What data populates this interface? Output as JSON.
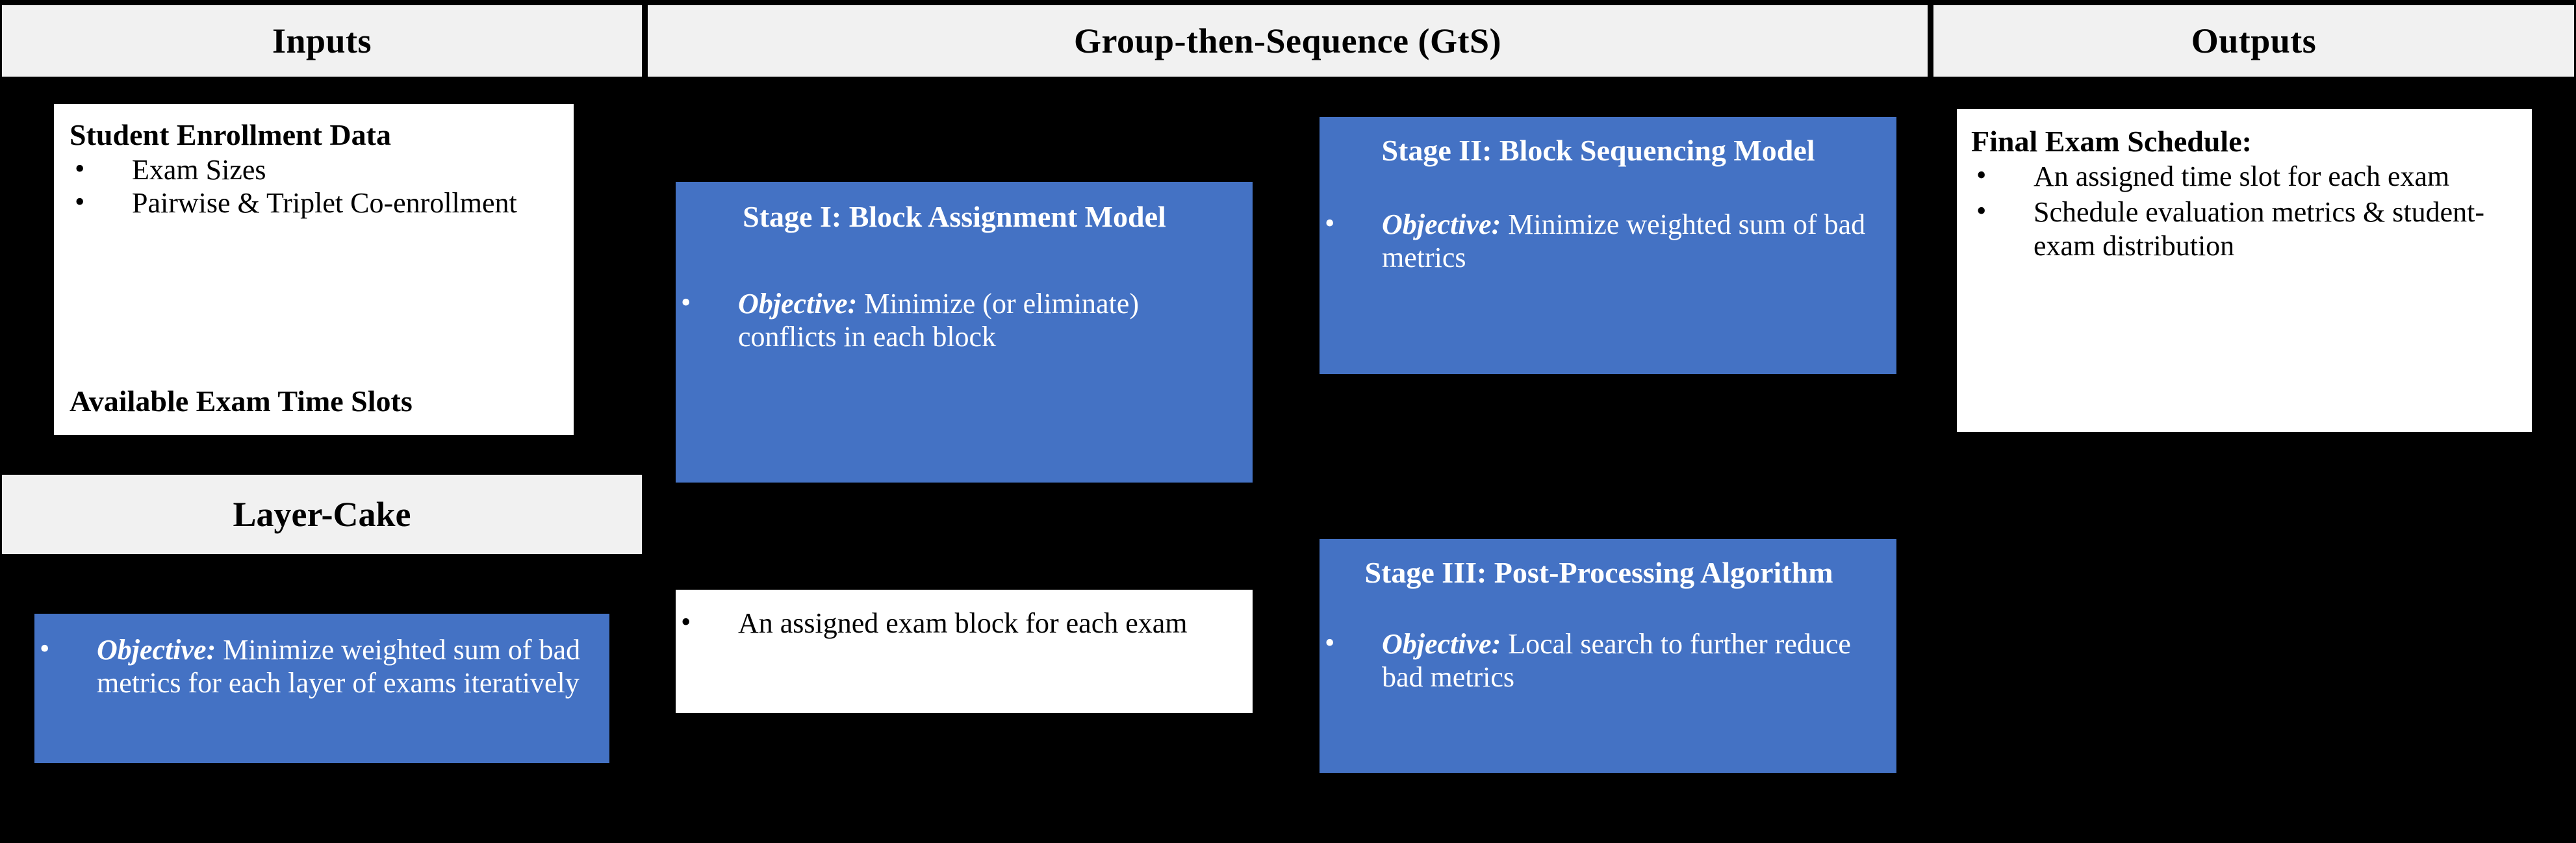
{
  "headers": {
    "inputs": "Inputs",
    "gts": "Group-then-Sequence (GtS)",
    "outputs": "Outputs"
  },
  "colors": {
    "background": "#000000",
    "header_fill": "#F1F1F1",
    "accent_blue": "#4472C4",
    "card_white": "#FFFFFF",
    "text_dark": "#000000",
    "text_light": "#FFFFFF"
  },
  "inputs_card": {
    "title": "Student Enrollment Data",
    "bullets": [
      "Exam Sizes",
      "Pairwise & Triplet Co-enrollment"
    ],
    "footer": "Available Exam Time Slots"
  },
  "layer_cake": {
    "header": "Layer-Cake",
    "bullet_label": "Objective:",
    "bullet_text": "Minimize weighted sum of bad metrics for each layer of exams iteratively"
  },
  "stage1": {
    "title": "Stage I: Block Assignment Model",
    "bullet_label": "Objective:",
    "bullet_text": "Minimize (or eliminate) conflicts in each block"
  },
  "gts_mid": {
    "bullet_text": "An assigned exam block for each exam"
  },
  "stage2": {
    "title": "Stage II: Block Sequencing Model",
    "bullet_label": "Objective:",
    "bullet_text": "Minimize weighted sum of bad metrics"
  },
  "stage3": {
    "title": "Stage III: Post-Processing Algorithm",
    "bullet_label": "Objective:",
    "bullet_text": "Local search to further reduce bad metrics"
  },
  "outputs_card": {
    "title": "Final Exam Schedule:",
    "bullets": [
      "An assigned time slot for each exam",
      "Schedule evaluation metrics & student-exam distribution"
    ]
  }
}
